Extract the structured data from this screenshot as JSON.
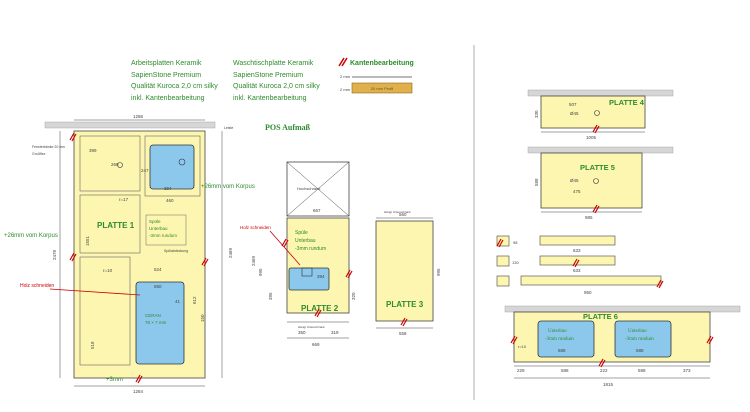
{
  "legend": {
    "col1": [
      "Arbeitsplatten Keramik",
      "SapienStone Premium",
      "Qualität Kuroca 2,0 cm silky",
      "inkl. Kantenbearbeitung"
    ],
    "col2": [
      "Waschtischplatte Keramik",
      "SapienStone Premium",
      "Qualität Kuroca 2,0 cm silky",
      "inkl. Kantenbearbeitung"
    ],
    "edge_title": "Kantenbearbeitung",
    "edge_2mm": "2 mm",
    "edge_profile": "20 mm Profil"
  },
  "title": "POS Aufmaß",
  "colors": {
    "plate": "#fdf6b0",
    "sink": "#8cc8ec",
    "wall": "#d6d6d6",
    "line": "#444444",
    "green": "#2e8b2e",
    "red": "#cc0000",
    "edge_swatch": "#e2b04a"
  },
  "plate1": {
    "label": "PLATTE 1",
    "note_top": "Fensterbänke 20 mm",
    "note_top2": "Großflex",
    "corner": "Leiste",
    "width_top": "1286",
    "width_bottom": "1284",
    "height_left": "2478",
    "height_right": "2469",
    "dim_399": "399",
    "dim_266": "266",
    "dim_394": "394",
    "dim_460": "460",
    "dim_247": "247",
    "dim_r17": "r=17",
    "dim_1551": "1551",
    "dim_r10": "r=10",
    "dim_524": "524",
    "dim_650": "650",
    "dim_612": "612",
    "dim_150": "150",
    "dim_518": "518",
    "dim_41": "41",
    "sink_top": [
      "Spüle",
      "Unterbau",
      "-3mm rundum"
    ],
    "sink_top_note": "Spülabdeckung",
    "ceran": [
      "CERAN",
      "76 × 7 mm"
    ],
    "holz": "Holz schneiden",
    "plus_korpus_right": "+26mm vom Korpus",
    "plus_korpus_left": "+26mm vom Korpus",
    "plus_3mm": "+3mm"
  },
  "plate2": {
    "label": "PLATTE 2",
    "cabinet": "Hochschrank",
    "dim_667": "667",
    "dim_395": "395",
    "dim_995": "995",
    "dim_2469": "2469",
    "dim_394": "394",
    "dim_350": "350",
    "dim_320": "320",
    "dim_319": "319",
    "dim_669": "669",
    "sink": [
      "Spüle",
      "Unterbau",
      "-3mm rundum"
    ],
    "holz": "Holz schneiden",
    "foot": "Hängt Unterschrank"
  },
  "plate3": {
    "label": "PLATTE 3",
    "top_note": "Hängt Unterschrank",
    "dim_560": "560",
    "dim_995": "995",
    "dim_558": "558"
  },
  "plate4": {
    "label": "PLATTE 4",
    "dim_507": "507",
    "dim_045": "Ø45",
    "dim_330": "330",
    "dim_1005": "1005"
  },
  "plate5": {
    "label": "PLATTE 5",
    "dim_045": "Ø45",
    "dim_475": "475",
    "dim_588": "588",
    "dim_985": "985"
  },
  "strips": {
    "dim_633a": "633",
    "dim_633b": "633",
    "dim_950": "950",
    "dim_98": "98",
    "dim_130": "130"
  },
  "plate6": {
    "label": "PLATTE 6",
    "sink_left": [
      "Unterbau",
      "-3mm rundum"
    ],
    "sink_right": [
      "Unterbau",
      "-3mm rundum"
    ],
    "dim_588a": "588",
    "dim_588b": "588",
    "dim_1815": "1815",
    "dim_229": "229",
    "dim_222": "222",
    "dim_373": "373",
    "dim_r10": "r=10"
  }
}
